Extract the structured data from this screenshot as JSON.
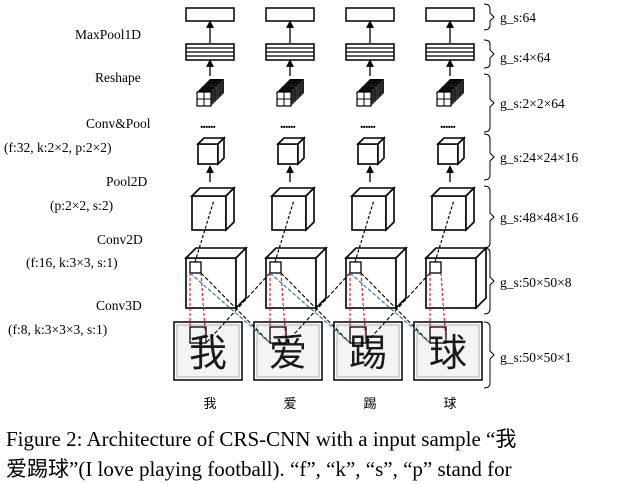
{
  "figure": {
    "layers": [
      {
        "name": "MaxPool1D",
        "params": ""
      },
      {
        "name": "Reshape",
        "params": ""
      },
      {
        "name": "Conv&Pool",
        "params": "(f:32, k:2×2, p:2×2)"
      },
      {
        "name": "Pool2D",
        "params": "(p:2×2, s:2)"
      },
      {
        "name": "Conv2D",
        "params": "(f:16, k:3×3, s:1)"
      },
      {
        "name": "Conv3D",
        "params": "(f:8, k:3×3×3, s:1)"
      }
    ],
    "shapes": [
      "g_s:64",
      "g_s:4×64",
      "g_s:2×2×64",
      "g_s:24×24×16",
      "g_s:48×48×16",
      "g_s:50×50×8",
      "g_s:50×50×1"
    ],
    "dots": "......",
    "chars": [
      "我",
      "爱",
      "踢",
      "球"
    ],
    "colors": {
      "red": "#e0202a",
      "blue": "#2a6fb0",
      "black": "#000000"
    }
  },
  "caption": {
    "line1": "Figure 2: Architecture of CRS-CNN with a input sample “我",
    "line2": "爱踢球”(I love playing football). “f”, “k”, “s”, “p” stand for"
  }
}
